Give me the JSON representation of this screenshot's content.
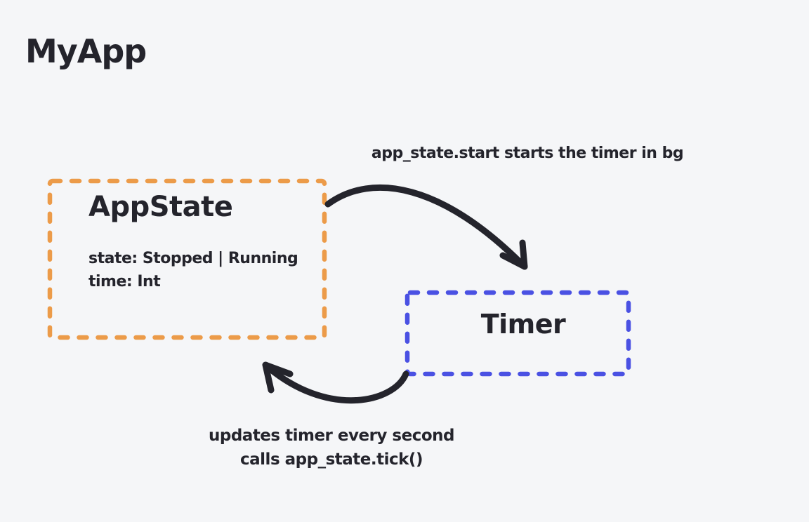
{
  "canvas": {
    "background_color": "#f5f6f8",
    "ink_color": "#24242c"
  },
  "title": "MyApp",
  "nodes": [
    {
      "id": "app-state",
      "label": "AppState",
      "fields": [
        "state: Stopped | Running",
        "time: Int"
      ],
      "border_color": "#ec9b49",
      "border_style": "dashed"
    },
    {
      "id": "timer",
      "label": "Timer",
      "fields": [],
      "border_color": "#4a51e3",
      "border_style": "dashed"
    }
  ],
  "edges": [
    {
      "from": "AppState",
      "to": "Timer",
      "label": "app_state.start starts the timer in bg"
    },
    {
      "from": "Timer",
      "to": "AppState",
      "label_lines": [
        "updates timer every second",
        "calls app_state.tick()"
      ]
    }
  ]
}
